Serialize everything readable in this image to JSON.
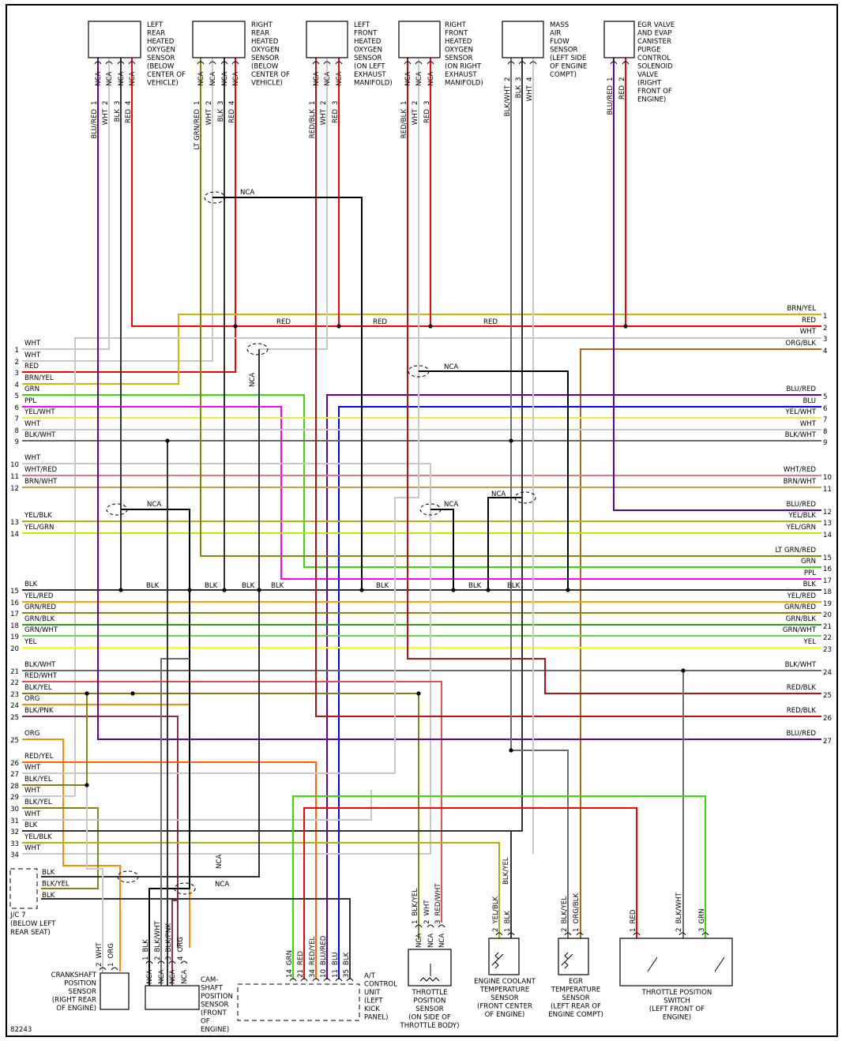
{
  "diagram_id": "82243",
  "colors": {
    "WHT": "#c8c8c8",
    "RED": "#ff0000",
    "BLK": "#333333",
    "BRN": "#b8860b",
    "YEL": "#ffff00",
    "GRN": "#33dd00",
    "LT GRN": "#33dd00",
    "PPL": "#ff00ff",
    "BLU": "#0000ff",
    "ORG": "#ff8c00",
    "PNK": "#ff3380",
    "NCA": "#000000"
  },
  "left_connector": [
    {
      "pin": "1",
      "wire": "WHT"
    },
    {
      "pin": "2",
      "wire": "WHT"
    },
    {
      "pin": "3",
      "wire": "RED"
    },
    {
      "pin": "4",
      "wire": "BRN/YEL"
    },
    {
      "pin": "5",
      "wire": "GRN"
    },
    {
      "pin": "6",
      "wire": "PPL"
    },
    {
      "pin": "7",
      "wire": "YEL/WHT"
    },
    {
      "pin": "8",
      "wire": "WHT"
    },
    {
      "pin": "9",
      "wire": "BLK/WHT"
    },
    {
      "pin": "10",
      "wire": "WHT"
    },
    {
      "pin": "11",
      "wire": "WHT/RED"
    },
    {
      "pin": "12",
      "wire": "BRN/WHT"
    },
    {
      "pin": "13",
      "wire": "YEL/BLK"
    },
    {
      "pin": "14",
      "wire": "YEL/GRN"
    },
    {
      "pin": "15",
      "wire": "BLK"
    },
    {
      "pin": "16",
      "wire": "YEL/RED"
    },
    {
      "pin": "17",
      "wire": "GRN/RED"
    },
    {
      "pin": "18",
      "wire": "GRN/BLK"
    },
    {
      "pin": "19",
      "wire": "GRN/WHT"
    },
    {
      "pin": "20",
      "wire": "YEL"
    },
    {
      "pin": "21",
      "wire": "BLK/WHT"
    },
    {
      "pin": "22",
      "wire": "RED/WHT"
    },
    {
      "pin": "23",
      "wire": "BLK/YEL"
    },
    {
      "pin": "24",
      "wire": "ORG"
    },
    {
      "pin": "25",
      "wire": "BLK/PNK"
    },
    {
      "pin": "25",
      "wire": "ORG"
    },
    {
      "pin": "26",
      "wire": "RED/YEL"
    },
    {
      "pin": "27",
      "wire": "WHT"
    },
    {
      "pin": "28",
      "wire": "BLK/YEL"
    },
    {
      "pin": "29",
      "wire": "WHT"
    },
    {
      "pin": "30",
      "wire": "BLK/YEL"
    },
    {
      "pin": "31",
      "wire": "WHT"
    },
    {
      "pin": "32",
      "wire": "BLK"
    },
    {
      "pin": "33",
      "wire": "YEL/BLK"
    },
    {
      "pin": "34",
      "wire": "WHT"
    }
  ],
  "right_connector": [
    {
      "pin": "1",
      "wire": "BRN/YEL"
    },
    {
      "pin": "2",
      "wire": "RED"
    },
    {
      "pin": "3",
      "wire": "WHT"
    },
    {
      "pin": "4",
      "wire": "ORG/BLK"
    },
    {
      "pin": "5",
      "wire": "BLU/RED"
    },
    {
      "pin": "6",
      "wire": "BLU"
    },
    {
      "pin": "7",
      "wire": "YEL/WHT"
    },
    {
      "pin": "8",
      "wire": "WHT"
    },
    {
      "pin": "9",
      "wire": "BLK/WHT"
    },
    {
      "pin": "10",
      "wire": "WHT/RED"
    },
    {
      "pin": "11",
      "wire": "BRN/WHT"
    },
    {
      "pin": "12",
      "wire": "BLU/RED"
    },
    {
      "pin": "13",
      "wire": "YEL/BLK"
    },
    {
      "pin": "14",
      "wire": "YEL/GRN"
    },
    {
      "pin": "15",
      "wire": "LT GRN/RED"
    },
    {
      "pin": "16",
      "wire": "GRN"
    },
    {
      "pin": "17",
      "wire": "PPL"
    },
    {
      "pin": "18",
      "wire": "BLK"
    },
    {
      "pin": "19",
      "wire": "YEL/RED"
    },
    {
      "pin": "20",
      "wire": "GRN/RED"
    },
    {
      "pin": "21",
      "wire": "GRN/BLK"
    },
    {
      "pin": "22",
      "wire": "GRN/WHT"
    },
    {
      "pin": "23",
      "wire": "YEL"
    },
    {
      "pin": "24",
      "wire": "BLK/WHT"
    },
    {
      "pin": "25",
      "wire": "RED/BLK"
    },
    {
      "pin": "26",
      "wire": "RED/BLK"
    },
    {
      "pin": "27",
      "wire": "BLU/RED"
    }
  ],
  "top_components": [
    {
      "label": [
        "LEFT",
        "REAR",
        "HEATED",
        "OXYGEN",
        "SENSOR",
        "(BELOW",
        "CENTER OF",
        "VEHICLE)"
      ],
      "pins": [
        {
          "num": "1",
          "wire": "BLU/RED",
          "conn": "NCA"
        },
        {
          "num": "2",
          "wire": "WHT",
          "conn": "NCA"
        },
        {
          "num": "3",
          "wire": "BLK",
          "conn": "NCA"
        },
        {
          "num": "4",
          "wire": "RED",
          "conn": "NCA"
        }
      ]
    },
    {
      "label": [
        "RIGHT",
        "REAR",
        "HEATED",
        "OXYGEN",
        "SENSOR",
        "(BELOW",
        "CENTER OF",
        "VEHICLE)"
      ],
      "pins": [
        {
          "num": "1",
          "wire": "LT GRN/RED",
          "conn": "NCA"
        },
        {
          "num": "2",
          "wire": "WHT",
          "conn": "NCA"
        },
        {
          "num": "3",
          "wire": "BLK",
          "conn": "NCA"
        },
        {
          "num": "4",
          "wire": "RED",
          "conn": "NCA"
        }
      ]
    },
    {
      "label": [
        "LEFT",
        "FRONT",
        "HEATED",
        "OXYGEN",
        "SENSOR",
        "(ON LEFT",
        "EXHAUST",
        "MANIFOLD)"
      ],
      "pins": [
        {
          "num": "1",
          "wire": "RED/BLK",
          "conn": "NCA"
        },
        {
          "num": "2",
          "wire": "WHT",
          "conn": "NCA"
        },
        {
          "num": "3",
          "wire": "RED",
          "conn": "NCA"
        }
      ]
    },
    {
      "label": [
        "RIGHT",
        "FRONT",
        "HEATED",
        "OXYGEN",
        "SENSOR",
        "(ON RIGHT",
        "EXHAUST",
        "MANIFOLD)"
      ],
      "pins": [
        {
          "num": "1",
          "wire": "RED/BLK",
          "conn": "NCA"
        },
        {
          "num": "2",
          "wire": "WHT",
          "conn": "NCA"
        },
        {
          "num": "3",
          "wire": "RED",
          "conn": "NCA"
        }
      ]
    },
    {
      "label": [
        "MASS",
        "AIR",
        "FLOW",
        "SENSOR",
        "(LEFT SIDE",
        "OF ENGINE",
        "COMPT)"
      ],
      "pins": [
        {
          "num": "2",
          "wire": "BLK/WHT",
          "conn": ""
        },
        {
          "num": "3",
          "wire": "BLK",
          "conn": ""
        },
        {
          "num": "4",
          "wire": "WHT",
          "conn": ""
        }
      ]
    },
    {
      "label": [
        "EGR VALVE",
        "AND EVAP",
        "CANISTER",
        "PURGE",
        "CONTROL",
        "SOLENOID",
        "VALVE",
        "(RIGHT",
        "FRONT OF",
        "ENGINE)"
      ],
      "pins": [
        {
          "num": "1",
          "wire": "BLU/RED",
          "conn": ""
        },
        {
          "num": "2",
          "wire": "RED",
          "conn": ""
        }
      ]
    }
  ],
  "bottom_components": [
    {
      "label": [
        "CRANKSHAFT",
        "POSITION",
        "SENSOR",
        "(RIGHT REAR",
        "OF ENGINE)"
      ],
      "pins": [
        {
          "num": "2",
          "wire": "WHT",
          "conn": ""
        },
        {
          "num": "1",
          "wire": "ORG",
          "conn": ""
        }
      ]
    },
    {
      "label": [
        "CAM-",
        "SHAFT",
        "POSITION",
        "SENSOR",
        "(FRONT",
        "OF",
        "ENGINE)"
      ],
      "pins": [
        {
          "num": "1",
          "wire": "BLK",
          "conn": "NCA"
        },
        {
          "num": "2",
          "wire": "BLK/WHT",
          "conn": "NCA"
        },
        {
          "num": "3",
          "wire": "BLK/PNK",
          "conn": "NCA"
        },
        {
          "num": "4",
          "wire": "ORG",
          "conn": "NCA"
        }
      ]
    },
    {
      "label": [
        "A/T",
        "CONTROL",
        "UNIT",
        "(LEFT",
        "KICK",
        "PANEL)"
      ],
      "pins": [
        {
          "num": "14",
          "wire": "GRN",
          "conn": ""
        },
        {
          "num": "21",
          "wire": "RED",
          "conn": ""
        },
        {
          "num": "34",
          "wire": "RED/YEL",
          "conn": ""
        },
        {
          "num": "10",
          "wire": "BLU/RED",
          "conn": ""
        },
        {
          "num": "11",
          "wire": "BLU",
          "conn": ""
        },
        {
          "num": "35",
          "wire": "BLK",
          "conn": ""
        }
      ]
    },
    {
      "label": [
        "THROTTLE",
        "POSITION",
        "SENSOR",
        "(ON SIDE OF",
        "THROTTLE BODY)"
      ],
      "pins": [
        {
          "num": "1",
          "wire": "BLK/YEL",
          "conn": "NCA"
        },
        {
          "num": "2",
          "wire": "WHT",
          "conn": "NCA"
        },
        {
          "num": "3",
          "wire": "RED/WHT",
          "conn": "NCA"
        }
      ]
    },
    {
      "label": [
        "ENGINE COOLANT",
        "TEMPERATURE",
        "SENSOR",
        "(FRONT CENTER",
        "OF ENGINE)"
      ],
      "pins": [
        {
          "num": "2",
          "wire": "YEL/BLK",
          "conn": ""
        },
        {
          "num": "1",
          "wire": "BLK",
          "conn": ""
        }
      ],
      "upper_wire": "BLK/YEL"
    },
    {
      "label": [
        "EGR",
        "TEMPERATURE",
        "SENSOR",
        "(LEFT REAR OF",
        "ENGINE COMPT)"
      ],
      "pins": [
        {
          "num": "2",
          "wire": "BLK/YEL",
          "conn": ""
        },
        {
          "num": "1",
          "wire": "ORG/BLK",
          "conn": ""
        }
      ]
    },
    {
      "label": [
        "THROTTLE POSITION",
        "SWITCH",
        "(LEFT FRONT OF",
        "ENGINE)"
      ],
      "pins": [
        {
          "num": "1",
          "wire": "RED",
          "conn": ""
        },
        {
          "num": "2",
          "wire": "BLK/WHT",
          "conn": ""
        },
        {
          "num": "3",
          "wire": "GRN",
          "conn": ""
        }
      ]
    }
  ],
  "junction_connector": {
    "label": [
      "J/C 7",
      "(BELOW LEFT",
      "REAR SEAT)"
    ],
    "wires": [
      "BLK",
      "BLK/YEL",
      "BLK"
    ]
  },
  "inline_labels": [
    "RED",
    "RED",
    "RED",
    "BLK",
    "BLK",
    "BLK",
    "BLK",
    "BLK",
    "BLK",
    "BLK",
    "NCA",
    "NCA",
    "NCA",
    "NCA",
    "NCA",
    "NCA",
    "NCA",
    "NCA"
  ]
}
